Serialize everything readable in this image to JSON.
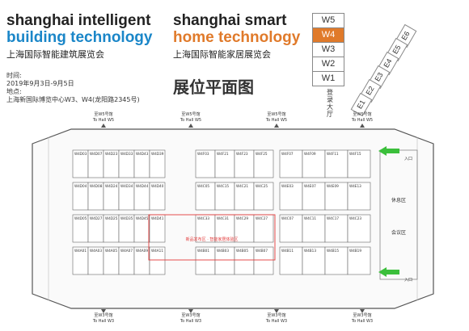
{
  "header": {
    "left_brand_line1": "shanghai intelligent",
    "left_brand_line2": "building technology",
    "left_brand_cn": "上海国际智能建筑展览会",
    "right_brand_line1": "shanghai smart",
    "right_brand_line2": "home technology",
    "right_brand_cn": "上海国际智能家居展览会",
    "info_time_label": "时间:",
    "info_time": "2019年9月3日-9月5日",
    "info_place_label": "地点:",
    "info_place": "上海新国际博览中心W3、W4(龙阳路2345号)",
    "page_title": "展位平面图"
  },
  "halls": [
    {
      "label": "W5",
      "active": false
    },
    {
      "label": "W4",
      "active": true
    },
    {
      "label": "W3",
      "active": false
    },
    {
      "label": "W2",
      "active": false
    },
    {
      "label": "W1",
      "active": false
    }
  ],
  "east_halls": [
    "E6",
    "E5",
    "E4",
    "E3",
    "E2",
    "E1"
  ],
  "lobby_label": "登录大厅",
  "colors": {
    "blue_brand": "#1a86c8",
    "orange_brand": "#e07a2a",
    "dark_text": "#222222",
    "green_arrow": "#3bbf3b",
    "zone_red": "#e33b3b"
  },
  "map": {
    "to_w5": "To Hall W5",
    "to_w3": "To Hall W3",
    "w5_cn": "至W5号馆",
    "w3_cn": "至W3号馆",
    "zone_label": "新品发布区 · 智能家居体验区",
    "lounge_label": "休息区",
    "meeting_label": "会议区",
    "entrance_label": "入口"
  },
  "booths": {
    "left": [
      [
        "W4D03",
        "W4D07",
        "W4D23",
        "W4D33",
        "W4D43",
        "W4D39"
      ],
      [
        "W4D04",
        "W4D08",
        "W4D24",
        "W4D34",
        "W4D44",
        "W4D40"
      ],
      [
        "W4D05",
        "W4D27",
        "W4D25",
        "W4D35",
        "W4D45",
        "W4D41"
      ],
      [
        "W4A01",
        "W4A03",
        "W4A05",
        "W4A07",
        "W4A09",
        "W4A11"
      ]
    ],
    "center": [
      [
        "W4F03",
        "W4F21",
        "W4F23",
        "W4F25"
      ],
      [
        "W4C05",
        "W4C15",
        "W4C21",
        "W4C25"
      ],
      [
        "W4C33",
        "W4C31",
        "W4C29",
        "W4C27"
      ],
      [
        "W4B01",
        "W4B03",
        "W4B05",
        "W4B07"
      ]
    ],
    "right": [
      [
        "W4F07",
        "W4F09",
        "W4F11",
        "W4F15"
      ],
      [
        "W4E03",
        "W4E07",
        "W4E09",
        "W4E13"
      ],
      [
        "W4C07",
        "W4C11",
        "W4C17",
        "W4C23"
      ],
      [
        "W4B11",
        "W4B13",
        "W4B15",
        "W4B19"
      ]
    ]
  }
}
